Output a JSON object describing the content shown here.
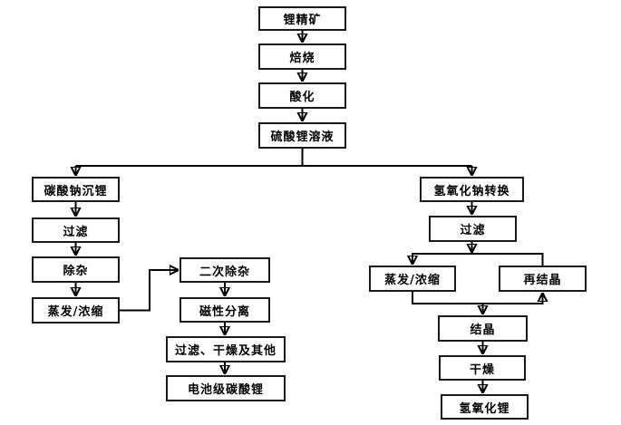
{
  "diagram": {
    "type": "flowchart",
    "language": "zh-CN",
    "colors": {
      "background": "#ffffff",
      "line": "#000000",
      "box_border": "#1a1a1a",
      "box_fill": "#ffffff",
      "text": "#000000"
    },
    "nodes": {
      "lithium_concentrate": "锂精矿",
      "roasting": "焙烧",
      "acidification": "酸化",
      "lithium_sulfate_solution": "硫酸锂溶液",
      "sodium_carbonate_precipitation": "碳酸钠沉锂",
      "filtration_left": "过滤",
      "impurity_removal": "除杂",
      "evaporation_concentration_left": "蒸发/浓缩",
      "secondary_impurity_removal": "二次除杂",
      "magnetic_separation": "磁性分离",
      "filtration_drying_other": "过滤、干燥及其他",
      "battery_grade_lithium_carbonate": "电池级碳酸锂",
      "sodium_hydroxide_conversion": "氢氧化钠转换",
      "filtration_right": "过滤",
      "evaporation_concentration_right": "蒸发/浓缩",
      "recrystallization": "再结晶",
      "crystallization": "结晶",
      "drying": "干燥",
      "lithium_hydroxide": "氢氧化锂"
    },
    "edges": [
      {
        "from": "lithium_concentrate",
        "to": "roasting"
      },
      {
        "from": "roasting",
        "to": "acidification"
      },
      {
        "from": "acidification",
        "to": "lithium_sulfate_solution"
      },
      {
        "from": "lithium_sulfate_solution",
        "to": "sodium_carbonate_precipitation"
      },
      {
        "from": "lithium_sulfate_solution",
        "to": "sodium_hydroxide_conversion"
      },
      {
        "from": "sodium_carbonate_precipitation",
        "to": "filtration_left"
      },
      {
        "from": "filtration_left",
        "to": "impurity_removal"
      },
      {
        "from": "impurity_removal",
        "to": "evaporation_concentration_left"
      },
      {
        "from": "evaporation_concentration_left",
        "to": "secondary_impurity_removal"
      },
      {
        "from": "secondary_impurity_removal",
        "to": "magnetic_separation"
      },
      {
        "from": "magnetic_separation",
        "to": "filtration_drying_other"
      },
      {
        "from": "filtration_drying_other",
        "to": "battery_grade_lithium_carbonate"
      },
      {
        "from": "sodium_hydroxide_conversion",
        "to": "filtration_right"
      },
      {
        "from": "filtration_right",
        "to": "evaporation_concentration_right"
      },
      {
        "from": "recrystallization",
        "to": "evaporation_concentration_right"
      },
      {
        "from": "evaporation_concentration_right",
        "to": "crystallization"
      },
      {
        "from": "evaporation_concentration_right",
        "to": "recrystallization"
      },
      {
        "from": "crystallization",
        "to": "drying"
      },
      {
        "from": "drying",
        "to": "lithium_hydroxide"
      }
    ]
  }
}
